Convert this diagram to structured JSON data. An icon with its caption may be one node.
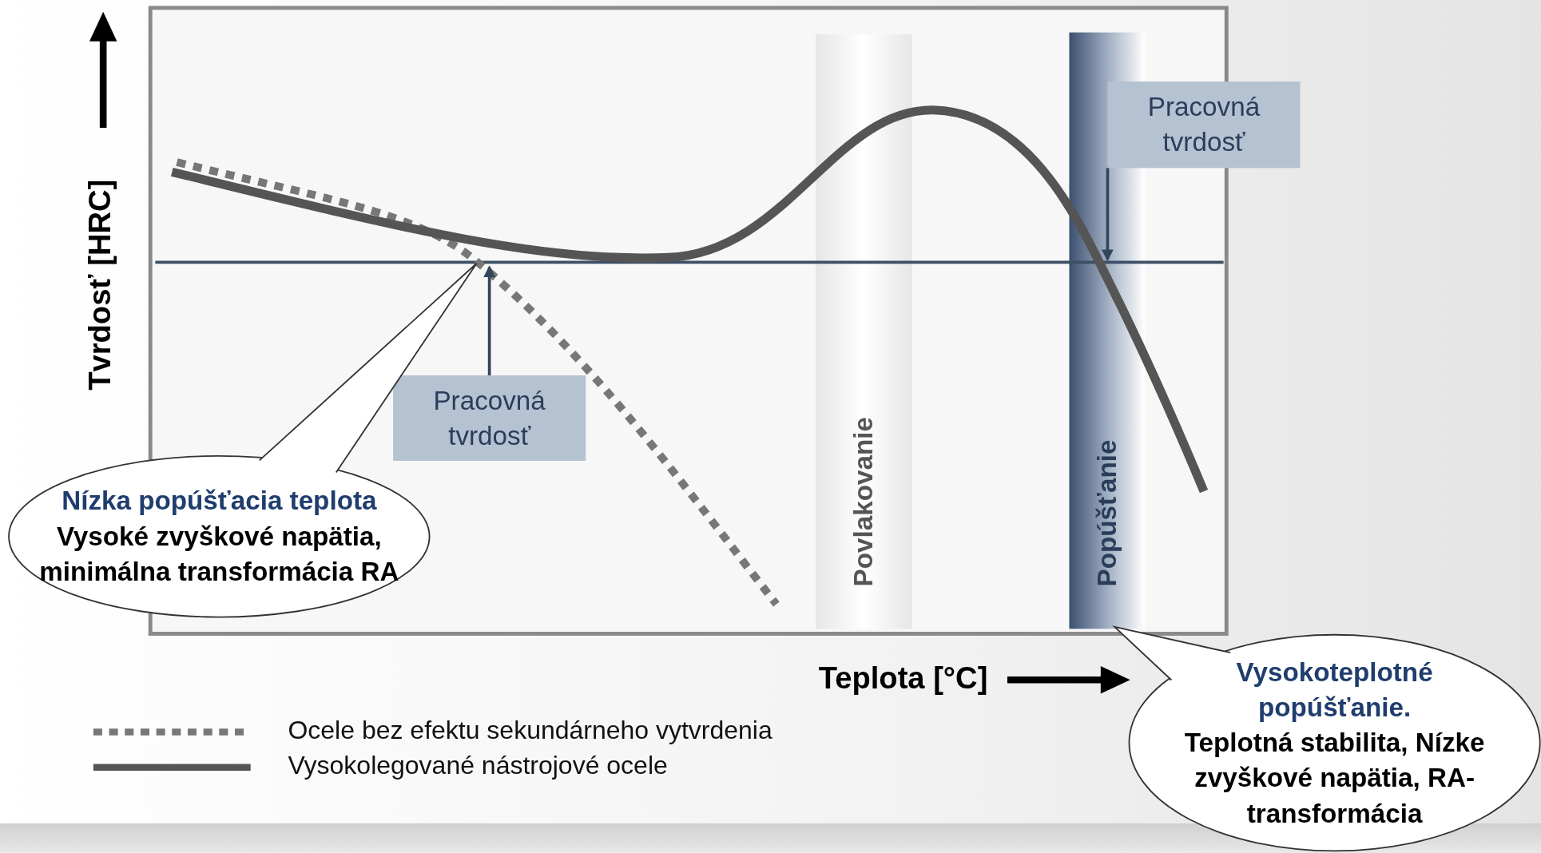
{
  "diagram": {
    "nodes": [
      {
        "text": [
          "Pracovná tvrdosť"
        ]
      },
      {
        "text": [
          "Pracovná tvrdosť"
        ]
      },
      {
        "text": [
          "Povlakovanie"
        ]
      },
      {
        "text": [
          "Popúšťanie"
        ]
      },
      {
        "text": [
          "Nízka popúšťacia teplota",
          "Vysoké zvyškové napätia, minimálna transformácia RA"
        ]
      },
      {
        "text": [
          "Vysokoteplotné popúšťanie.",
          "Teplotná stabilita, Nízke zvyškové napätia, RA-transformácia"
        ]
      }
    ],
    "edges": [
      {
        "from": 0,
        "to": 3,
        "arrow": "to"
      },
      {
        "from": 1,
        "to": null,
        "arrow": "to"
      },
      {
        "from": 4,
        "to": null,
        "arrow": "none"
      },
      {
        "from": 5,
        "to": 3,
        "arrow": "none"
      }
    ],
    "labels": [
      "Tvrdosť [HRC]",
      "Teplota [°C]"
    ],
    "legend": [
      {
        "text": "Ocele bez efektu sekundárneho vytvrdenia"
      },
      {
        "text": "Vysokolegované nástrojové ocele"
      }
    ]
  }
}
